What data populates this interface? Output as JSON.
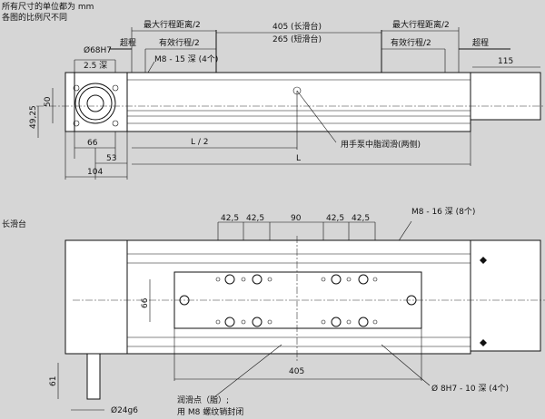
{
  "notes": {
    "units": "所有尺寸的单位都为 mm",
    "scale": "各图的比例尺不同"
  },
  "top_view": {
    "max_stroke_left": "最大行程距离/2",
    "max_stroke_right": "最大行程距离/2",
    "long_slide": "405 (长滑台)",
    "short_slide": "265 (短滑台)",
    "overtravel_left": "超程",
    "overtravel_right": "超程",
    "eff_stroke_left": "有效行程/2",
    "eff_stroke_right": "有效行程/2",
    "thread": "M8 - 15 深 (4个)",
    "bore": "Ø68H7",
    "bore_depth": "2.5 深",
    "dim_115": "115",
    "dim_50": "50",
    "dim_4925": "49,25",
    "dim_66": "66",
    "dim_53": "53",
    "dim_104": "104",
    "half_length": "L / 2",
    "length": "L",
    "lube_note": "用手泵中脂润滑(两侧)"
  },
  "bottom_view": {
    "title": "长滑台",
    "dims": [
      "42,5",
      "42,5",
      "90",
      "42,5",
      "42,5"
    ],
    "thread": "M8 - 16 深 (8个)",
    "dim_66": "66",
    "dim_405": "405",
    "pin_holes": "Ø 8H7 - 10 深 (4个)",
    "lube_point": "润滑点（脂）;",
    "lube_plug": "用 M8 螺纹销封闭",
    "dim_61": "61",
    "shaft": "Ø24g6"
  }
}
